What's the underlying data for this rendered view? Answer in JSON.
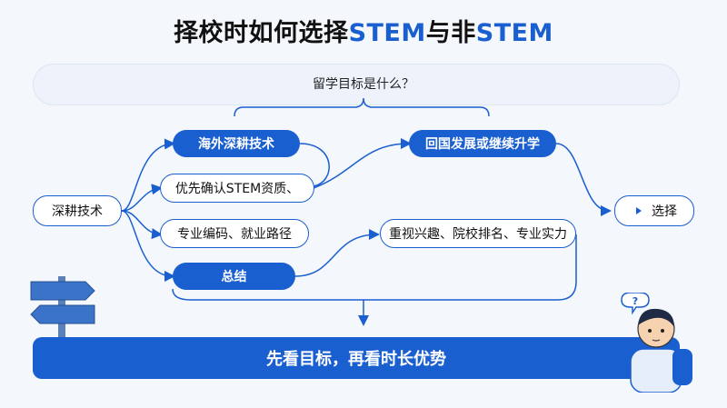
{
  "title": {
    "prefix": "择校时如何选择",
    "stem1": "STEM",
    "mid": "与非",
    "stem2": "STEM"
  },
  "goal_question": "留学目标是什么？",
  "start_node": "深耕技术",
  "branches": [
    "海外深耕技术",
    "优先确认STEM资质、",
    "专业编码、就业路径",
    "总结"
  ],
  "right_top": "回国发展或继续升学",
  "right_mid": "重视兴趣、院校排名、专业实力",
  "choose": "选择",
  "bottom": "先看目标，再看时长优势",
  "colors": {
    "primary": "#1a5fd0",
    "bg": "#f4f7fc"
  }
}
